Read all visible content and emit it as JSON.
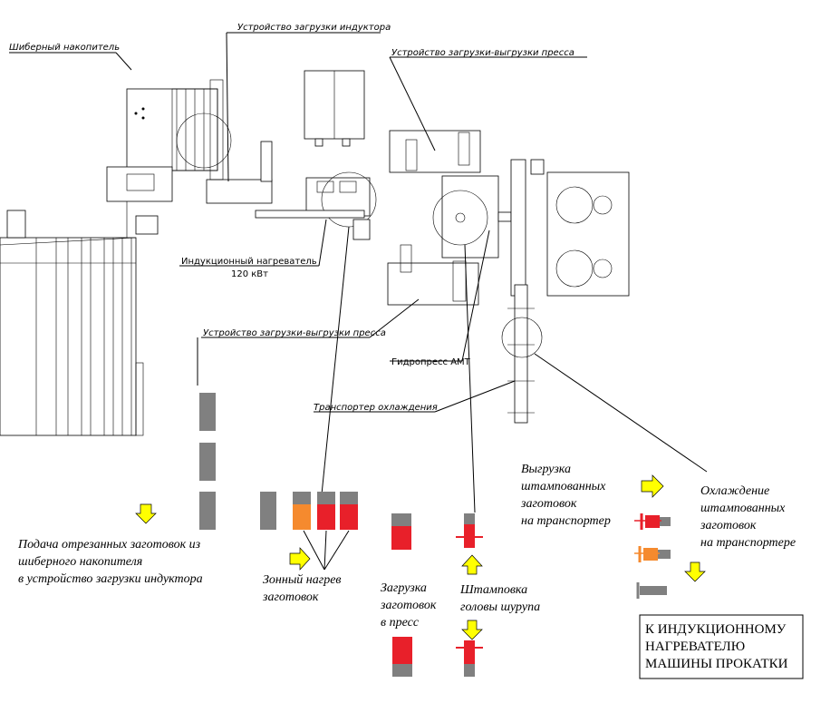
{
  "labels": {
    "shiber_storage": "Шиберный накопитель",
    "inductor_loader": "Устройство загрузки индуктора",
    "press_loader_top": "Устройство загрузки-выгрузки пресса",
    "induction_heater": "Индукционный нагреватель",
    "heater_power": "120 кВт",
    "press_loader_bottom": "Устройство загрузки-выгрузки пресса",
    "hydropress": "Гидропресс АМТ",
    "cooling_conveyor": "Транспортер охлаждения"
  },
  "process": {
    "feed": [
      "Подача отрезанных заготовок из",
      "шиберного накопителя",
      "в устройство загрузки индуктора"
    ],
    "zone_heating": [
      "Зонный нагрев",
      "заготовок"
    ],
    "press_loading": [
      "Загрузка",
      "заготовок",
      "в пресс"
    ],
    "stamping": [
      "Штамповка",
      "головы шурупа"
    ],
    "unloading": [
      "Выгрузка",
      "штампованных",
      "заготовок",
      "на транспортер"
    ],
    "cooling": [
      "Охлаждение",
      "штампованных",
      "заготовок",
      "на транспортере"
    ],
    "final_box": [
      "К ИНДУКЦИОННОМУ",
      "НАГРЕВАТЕЛЮ",
      "МАШИНЫ ПРОКАТКИ"
    ]
  },
  "colors": {
    "cold": "#808080",
    "hot": "#e8202a",
    "warm": "#f58a2e",
    "arrow": "#ffff00",
    "line": "#000000"
  }
}
